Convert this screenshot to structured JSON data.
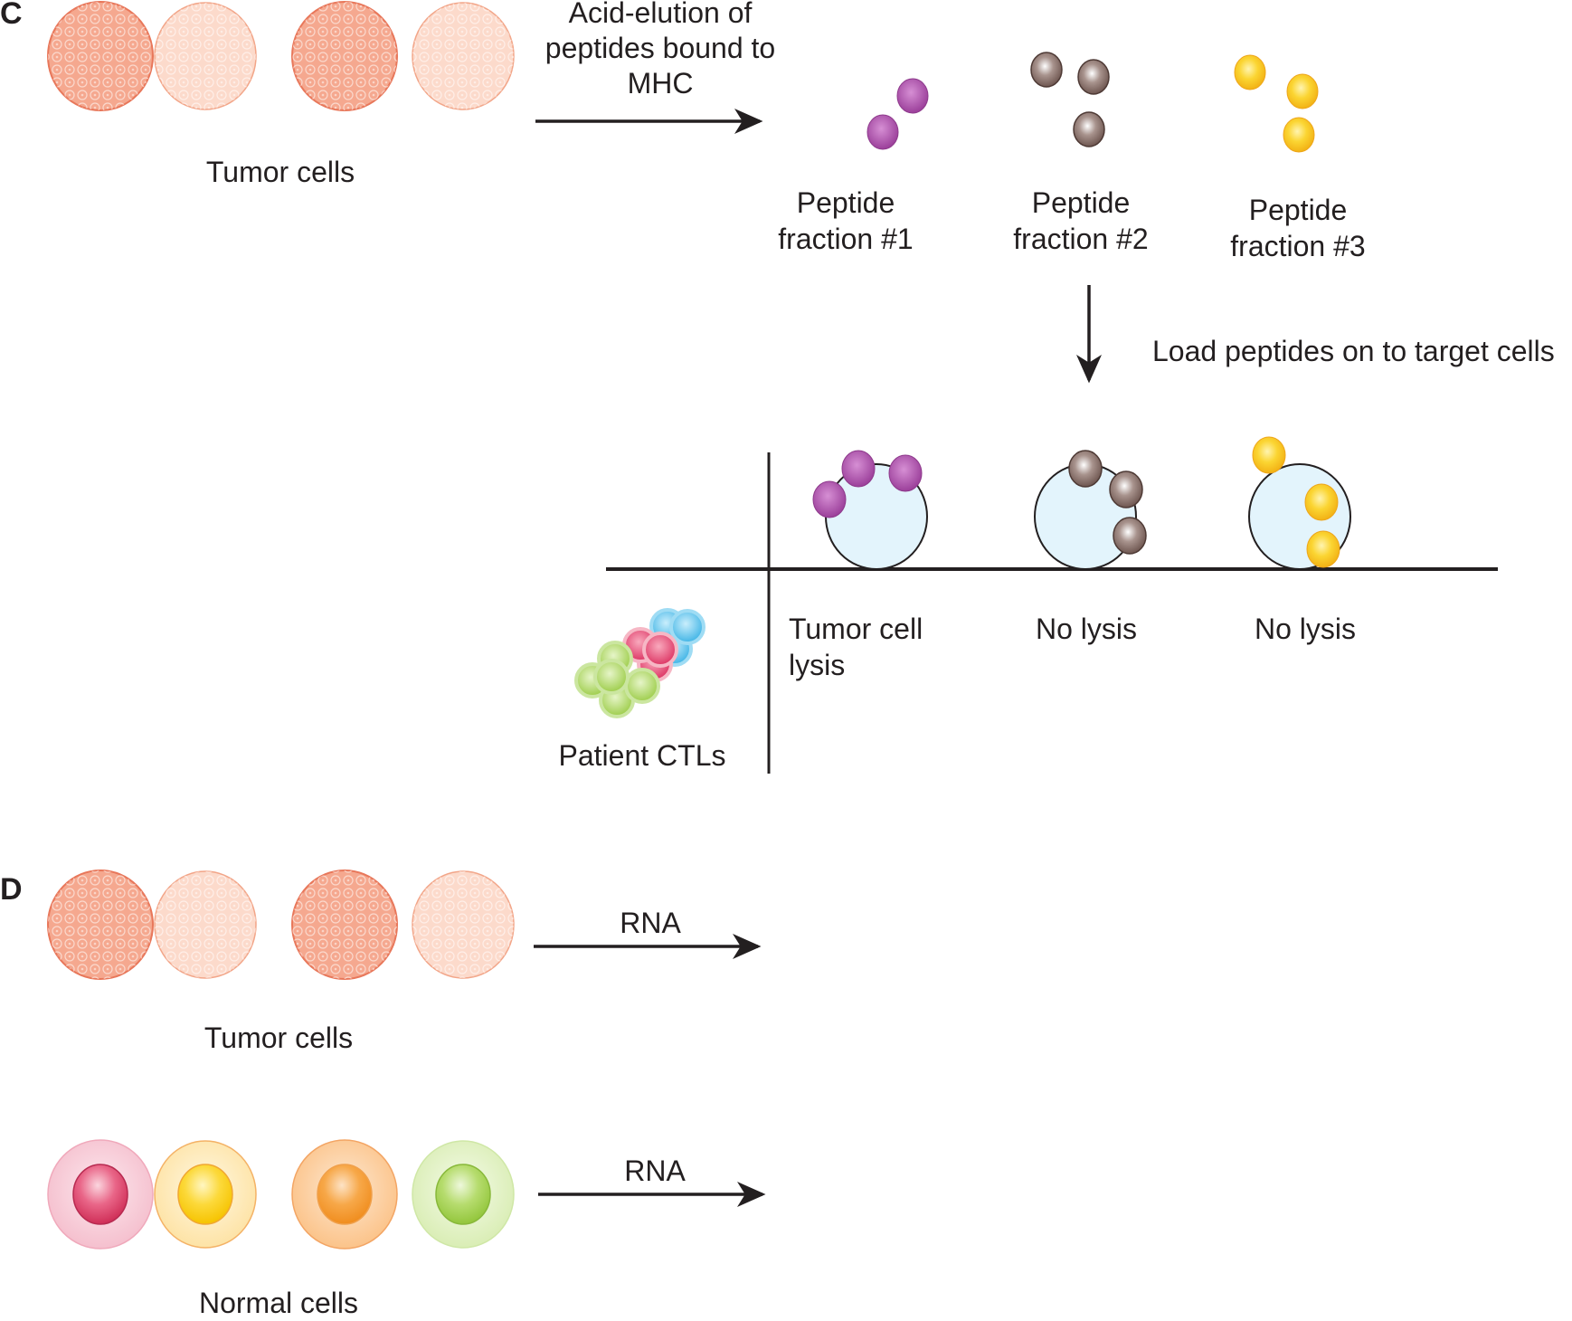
{
  "panel_c": {
    "letter": "C",
    "tumor_cells_label": "Tumor cells",
    "elution_label_line1": "Acid-elution of",
    "elution_label_line2": "peptides bound to",
    "elution_label_line3": "MHC",
    "fractions": [
      {
        "line1": "Peptide",
        "line2": "fraction #1",
        "color": "#a54aa5",
        "count": 2
      },
      {
        "line1": "Peptide",
        "line2": "fraction #2",
        "color": "#7a625c",
        "count": 3
      },
      {
        "line1": "Peptide",
        "line2": "fraction #3",
        "color": "#f5c21a",
        "count": 3
      }
    ],
    "load_label": "Load peptides on to target cells",
    "ctl_label": "Patient CTLs",
    "results": [
      {
        "line1": "Tumor cell",
        "line2": "lysis"
      },
      {
        "line1": "No lysis",
        "line2": ""
      },
      {
        "line1": "No lysis",
        "line2": ""
      }
    ],
    "target_cell_color": "#e3f4fc"
  },
  "panel_d": {
    "letter": "D",
    "tumor_cells_label": "Tumor cells",
    "normal_cells_label": "Normal cells",
    "rna_label_1": "RNA",
    "rna_label_2": "RNA",
    "normal_cell_colors": [
      {
        "outer": "#f6c4cf",
        "nucleus": "#d83a63"
      },
      {
        "outer": "#fde5a8",
        "nucleus": "#f8c60e"
      },
      {
        "outer": "#fbc58a",
        "nucleus": "#f39220"
      },
      {
        "outer": "#dcefb8",
        "nucleus": "#9bcb3f"
      }
    ],
    "tumor_colors": {
      "dark": "#f4a48c",
      "light": "#fbd6c6",
      "edge": "#e9775a"
    }
  }
}
